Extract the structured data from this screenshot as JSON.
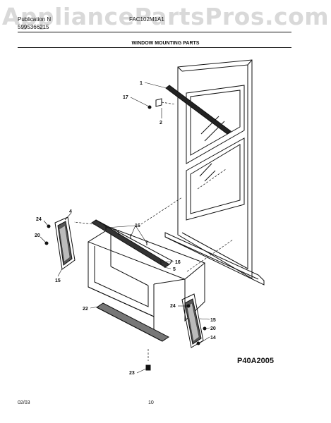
{
  "watermark": "AppliancePartsPros.com",
  "header": {
    "publication_label": "Publication N",
    "publication_number": "5995366215",
    "model": "FAC102M1A1"
  },
  "section_title": "WINDOW MOUNTING PARTS",
  "callouts": {
    "c1": "1",
    "c17": "17",
    "c2": "2",
    "c4": "4",
    "c24a": "24",
    "c20a": "20",
    "c15a": "15",
    "c16a": "16",
    "c16b": "16",
    "c5": "5",
    "c22": "22",
    "c23": "23",
    "c24b": "24",
    "c15b": "15",
    "c20b": "20",
    "c14": "14"
  },
  "reference_code": "P40A2005",
  "footer": {
    "date": "02/03",
    "page": "10"
  },
  "colors": {
    "line": "#111111",
    "watermark": "#d9d9d9",
    "shade": "#555555"
  }
}
